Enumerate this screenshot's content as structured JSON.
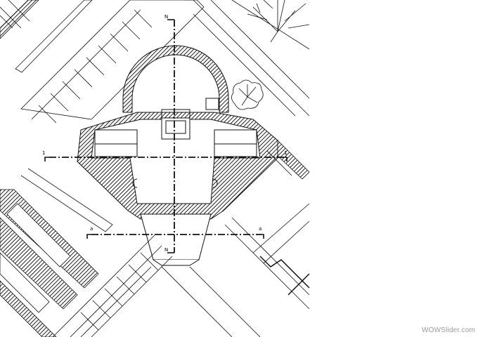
{
  "sections": {
    "n_top": "N",
    "n_bottom": "N",
    "one_left": "1",
    "one_right": "1",
    "a_left": "a",
    "a_right": "a"
  },
  "watermark": "WOWSlider.com"
}
